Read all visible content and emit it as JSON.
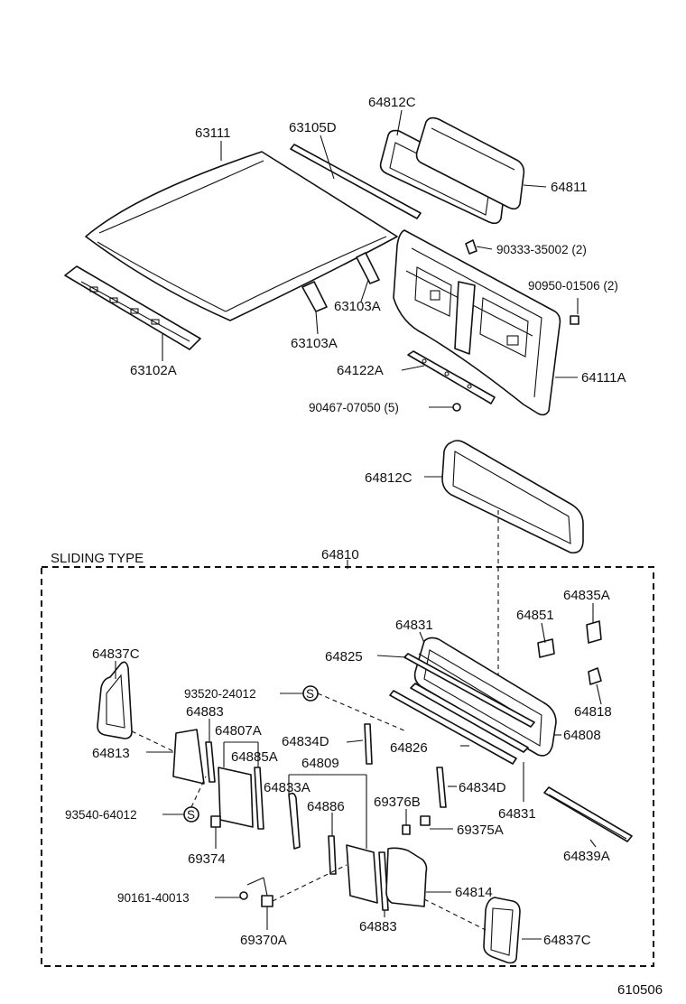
{
  "section_title": "SLIDING TYPE",
  "figure_number": "610506",
  "labels": {
    "p63111": "63111",
    "p63105D": "63105D",
    "p64812C_top": "64812C",
    "p64811": "64811",
    "p90333": "90333-35002 (2)",
    "p90950": "90950-01506 (2)",
    "p63103A_1": "63103A",
    "p63103A_2": "63103A",
    "p63102A": "63102A",
    "p64122A": "64122A",
    "p64111A": "64111A",
    "p90467": "90467-07050 (5)",
    "p64812C_mid": "64812C",
    "p64810": "64810",
    "p64835A": "64835A",
    "p64851": "64851",
    "p64831_top": "64831",
    "p64825": "64825",
    "p64837C_left": "64837C",
    "p93520": "93520-24012",
    "p64818": "64818",
    "p64883_top": "64883",
    "p64807A": "64807A",
    "p64808": "64808",
    "p64813": "64813",
    "p64885A": "64885A",
    "p64834D_left": "64834D",
    "p64826": "64826",
    "p64809": "64809",
    "p64833A": "64833A",
    "p64834D_right": "64834D",
    "p93540": "93540-64012",
    "p64886": "64886",
    "p69376B": "69376B",
    "p64831_bottom": "64831",
    "p69375A": "69375A",
    "p64839A": "64839A",
    "p69374": "69374",
    "p90161": "90161-40013",
    "p64814": "64814",
    "p64883_bottom": "64883",
    "p64837C_right": "64837C",
    "p69370A": "69370A",
    "screw_symbol_1": "S",
    "screw_symbol_2": "S"
  }
}
